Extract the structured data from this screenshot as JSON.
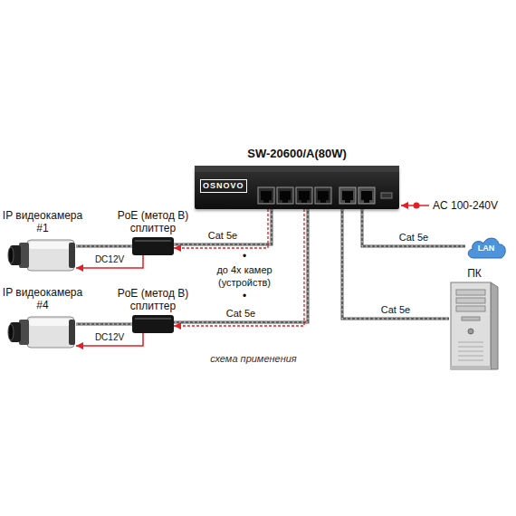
{
  "diagram": {
    "caption": "схема применения",
    "nodes": [
      {
        "text": [
          "SW-20600/A(80W)",
          "OSNOVO"
        ]
      },
      {
        "text": [
          "IP видеокамера #1"
        ]
      },
      {
        "text": [
          "PoE (метод B) сплиттер"
        ]
      },
      {
        "text": [
          "IP видеокамера #4"
        ]
      },
      {
        "text": [
          "PoE (метод B) сплиттер"
        ]
      },
      {
        "text": [
          "LAN"
        ]
      },
      {
        "text": [
          "ПК"
        ]
      }
    ],
    "edges": [
      {
        "from": 0,
        "to": 2,
        "label": "Cat 5e",
        "arrow": "to"
      },
      {
        "from": 2,
        "to": 1,
        "arrow": "none"
      },
      {
        "from": 2,
        "to": 1,
        "label": "DC12V",
        "arrow": "to"
      },
      {
        "from": 0,
        "to": 4,
        "label": "Cat 5e",
        "arrow": "to"
      },
      {
        "from": 4,
        "to": 3,
        "arrow": "none"
      },
      {
        "from": 4,
        "to": 3,
        "label": "DC12V",
        "arrow": "to"
      },
      {
        "from": 0,
        "to": 5,
        "label": "Cat 5e",
        "arrow": "none"
      },
      {
        "from": 0,
        "to": 6,
        "label": "Cat 5e",
        "arrow": "none"
      }
    ],
    "labels": [
      "AC 100-240V",
      "•",
      "до 4х камер (устройств)",
      "•"
    ]
  }
}
